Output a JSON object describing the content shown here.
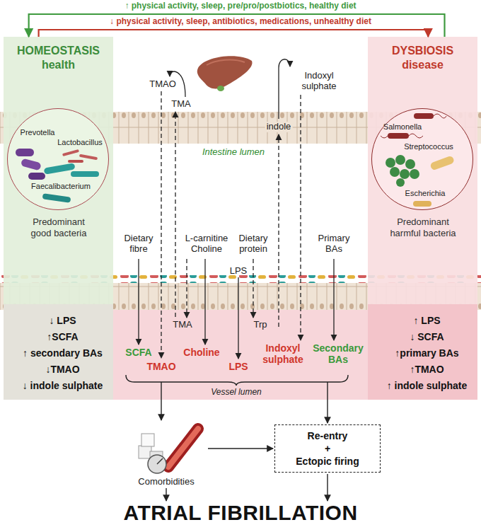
{
  "diagram": {
    "nodes": [
      {
        "text": [
          "HOMEOSTASIS health"
        ]
      },
      {
        "text": [
          "Prevotella",
          "Lactobacillus",
          "Faecalibacterium",
          "Predominant good bacteria"
        ],
        "in": 0
      },
      {
        "text": [
          "↓ LPS",
          "↑SCFA",
          "↑ secondary BAs",
          "↓TMAO",
          "↓ indole sulphate"
        ],
        "in": 0
      },
      {
        "text": [
          "DYSBIOSIS disease"
        ]
      },
      {
        "text": [
          "Salmonella",
          "Streptococcus",
          "Escherichia",
          "Predominant harmful bacteria"
        ],
        "in": 3
      },
      {
        "text": [
          "↑ LPS",
          "↓ SCFA",
          "↑primary BAs",
          "↑TMAO",
          "↑ indole sulphate"
        ],
        "in": 3
      },
      {
        "text": [
          "Re-entry",
          "+",
          "Ectopic firing"
        ]
      }
    ],
    "edges": [
      {
        "from": 3,
        "to": 0,
        "arrow": "to",
        "label": "↑ physical activity, sleep, pre/pro/postbiotics, healthy diet"
      },
      {
        "from": 0,
        "to": 3,
        "arrow": "to",
        "label": "↓ physical activity, sleep, antibiotics, medications, unhealthy diet"
      }
    ],
    "labels": [
      "TMAO",
      "TMA",
      "Indoxyl sulphate",
      "indole",
      "Intestine lumen",
      "Dietary fibre",
      "L-carnitine Choline",
      "Dietary protein",
      "Primary BAs",
      "LPS",
      "TMA",
      "Trp",
      "SCFA",
      "TMAO",
      "Choline",
      "LPS",
      "Indoxyl sulphate",
      "Secondary BAs",
      "Vessel lumen",
      "Comorbidities",
      "ATRIAL FIBRILLATION"
    ]
  }
}
